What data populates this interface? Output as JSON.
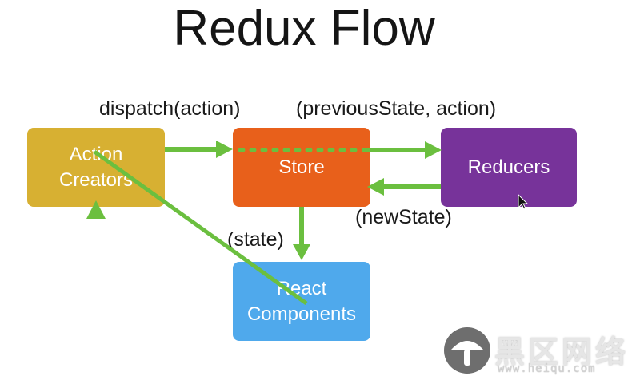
{
  "title": "Redux Flow",
  "nodes": {
    "action_creators": [
      "Action",
      "Creators"
    ],
    "store": [
      "Store"
    ],
    "reducers": [
      "Reducers"
    ],
    "react_components": [
      "React",
      "Components"
    ]
  },
  "edge_labels": {
    "dispatch": "dispatch(action)",
    "previous_state_action": "(previousState, action)",
    "new_state": "(newState)",
    "state": "(state)"
  },
  "watermark": {
    "brand": "黑区网络",
    "url": "www.heiqu.com"
  },
  "colors": {
    "action_creators": "#d7b032",
    "store": "#e8601b",
    "reducers": "#77339a",
    "react_components": "#4fa9ec",
    "arrows": "#6bbf3f"
  }
}
